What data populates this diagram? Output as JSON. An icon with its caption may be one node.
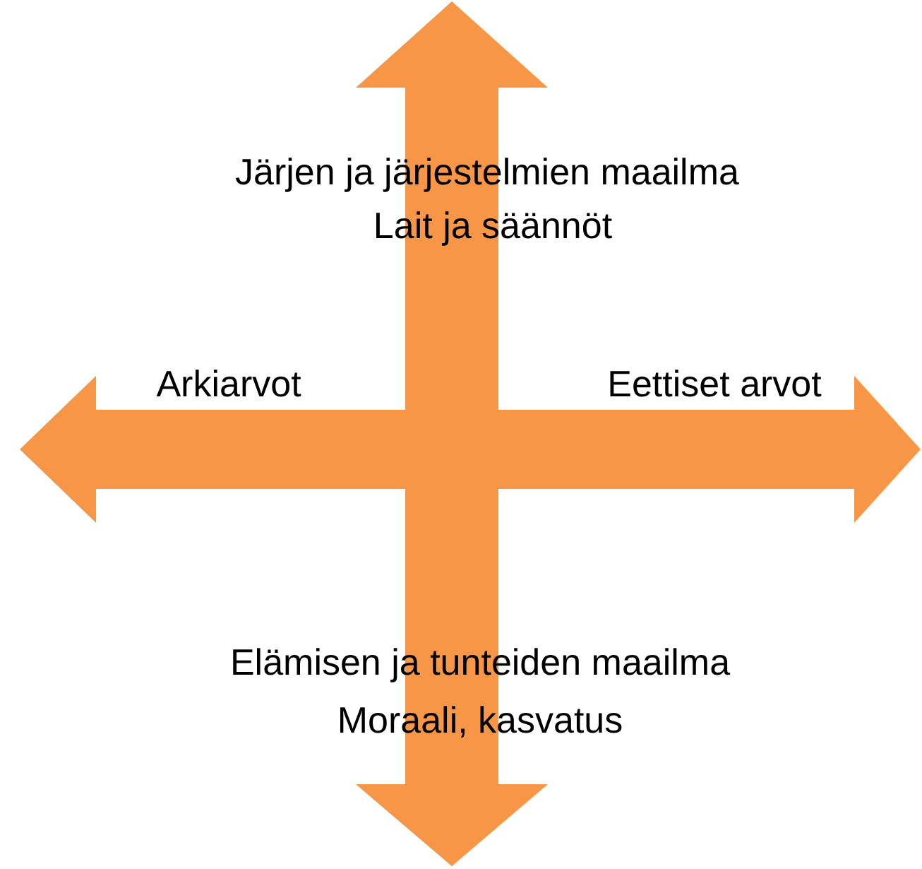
{
  "diagram": {
    "labels": [
      "Järjen ja järjestelmien maailma",
      "Lait ja säännöt",
      "Arkiarvot",
      "Eettiset arvot",
      "Elämisen ja tunteiden maailma",
      "Moraali, kasvatus"
    ]
  }
}
